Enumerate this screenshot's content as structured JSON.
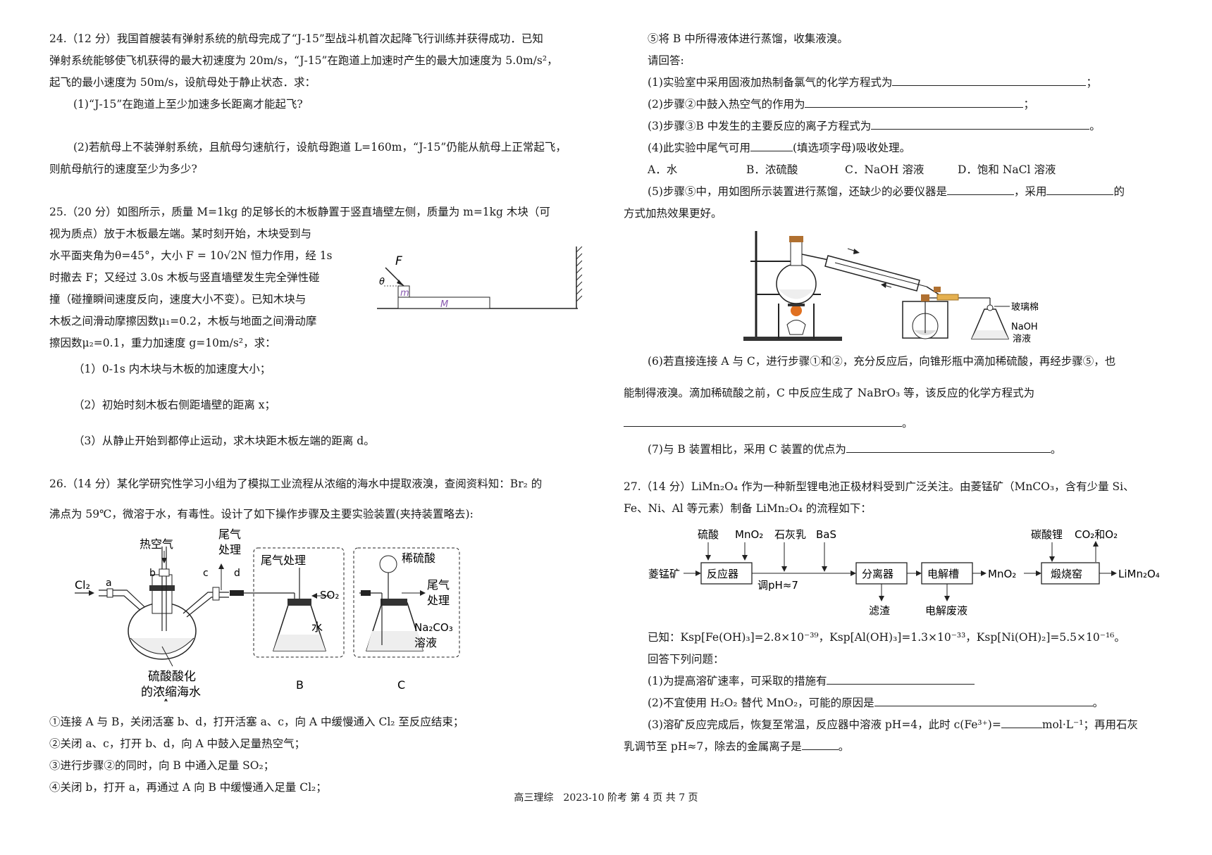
{
  "q24": {
    "line1": "24.（12 分）我国首艘装有弹射系统的航母完成了“J-15”型战斗机首次起降飞行训练并获得成功．已知",
    "line2": "弹射系统能够使飞机获得的最大初速度为 20m/s，“J-15”在跑道上加速时产生的最大加速度为 5.0m/s²，",
    "line3": "起飞的最小速度为 50m/s，设航母处于静止状态．求：",
    "q1": "(1)“J-15”在跑道上至少加速多长距离才能起飞?",
    "q2a": "(2)若航母上不装弹射系统，且航母匀速航行，设航母跑道 L=160m，“J-15”仍能从航母上正常起飞，",
    "q2b": "则航母航行的速度至少为多少?"
  },
  "q25": {
    "line1": "25.（20 分）如图所示，质量 M=1kg 的足够长的木板静置于竖直墙壁左侧，质量为 m=1kg 木块（可",
    "line2": "视为质点）放于木板最左端。某时刻开始，木块受到与",
    "line3": "水平面夹角为θ=45°，大小 F = 10√2N 恒力作用，经 1s",
    "line4": "时撤去 F；又经过 3.0s 木板与竖直墙壁发生完全弹性碰",
    "line5": "撞（碰撞瞬间速度反向，速度大小不变）。已知木块与",
    "line6": "木板之间滑动摩擦因数μ₁=0.2，木板与地面之间滑动摩",
    "line7": "擦因数μ₂=0.1，重力加速度 g=10m/s²，求：",
    "q1": "（1）0-1s 内木块与木板的加速度大小；",
    "q2": "（2）初始时刻木板右侧距墙壁的距离 x；",
    "q3": "（3）从静止开始到都停止运动，求木块距木板左端的距离 d。",
    "fig": {
      "F": "F",
      "theta": "θ",
      "m": "m",
      "M": "M"
    }
  },
  "q26": {
    "line1": "26.（14 分）某化学研究性学习小组为了模拟工业流程从浓缩的海水中提取液溴，查阅资料知：Br₂ 的",
    "line2": "沸点为 59℃，微溶于水，有毒性。设计了如下操作步骤及主要实验装置(夹持装置略去):",
    "steps": [
      "①连接 A 与 B，关闭活塞 b、d，打开活塞 a、c，向 A 中缓慢通入 Cl₂ 至反应结束；",
      "②关闭 a、c，打开 b、d，向 A 中鼓入足量热空气；",
      "③进行步骤②的同时，向 B 中通入足量 SO₂；",
      "④关闭 b，打开 a，再通过 A 向 B 中缓慢通入足量 Cl₂；"
    ],
    "fig": {
      "cl2": "Cl₂",
      "a": "a",
      "b": "b",
      "c": "c",
      "d": "d",
      "hot_air": "热空气",
      "tail1": "尾气",
      "tail2": "处理",
      "seawater1": "硫酸酸化",
      "seawater2": "的浓缩海水",
      "tailB": "尾气处理",
      "so2": "SO₂",
      "water": "水",
      "acid": "稀硫酸",
      "tailC1": "尾气",
      "tailC2": "处理",
      "na2co3": "Na₂CO₃",
      "solution": "溶液",
      "labelA": "A",
      "labelB": "B",
      "labelC": "C"
    }
  },
  "q26r": {
    "step5": "⑤将 B 中所得液体进行蒸馏，收集液溴。",
    "ask": "请回答:",
    "a1": "(1)实验室中采用固液加热制备氯气的化学方程式为",
    "a1end": "；",
    "a2": "(2)步骤②中鼓入热空气的作用为",
    "a2end": "；",
    "a3": "(3)步骤③B 中发生的主要反应的离子方程式为",
    "a3end": "。",
    "a4": "(4)此实验中尾气可用",
    "a4b": "(填选项字母)吸收处理。",
    "options": [
      "A．水",
      "B．浓硫酸",
      "C．NaOH 溶液",
      "D．饱和 NaCl 溶液"
    ],
    "a5": "(5)步骤⑤中，用如图所示装置进行蒸馏，还缺少的必要仪器是",
    "a5b": "，采用",
    "a5c": "的",
    "a5d": "方式加热效果更好。",
    "distill": {
      "glasswool": "玻璃棉",
      "naoh": "NaOH",
      "sol": "溶液"
    },
    "a6a": "(6)若直接连接 A 与 C，进行步骤①和②，充分反应后，向锥形瓶中滴加稀硫酸，再经步骤⑤，也",
    "a6b": "能制得液溴。滴加稀硫酸之前，C 中反应生成了 NaBrO₃ 等，该反应的化学方程式为",
    "a6end": "。",
    "a7": "(7)与 B 装置相比，采用 C 装置的优点为",
    "a7end": "。"
  },
  "q27": {
    "line1": "27.（14 分）LiMn₂O₄ 作为一种新型锂电池正极材料受到广泛关注。由菱锰矿（MnCO₃，含有少量 Si、",
    "line2": "Fe、Ni、Al 等元素）制备 LiMn₂O₄ 的流程如下：",
    "flow": {
      "h2so4": "硫酸",
      "mno2in": "MnO₂",
      "lime": "石灰乳",
      "bas": "BaS",
      "ore": "菱锰矿",
      "reactor": "反应器",
      "ph": "调pH≈7",
      "separator": "分离器",
      "residue": "滤渣",
      "cell": "电解槽",
      "waste": "电解废液",
      "mno2": "MnO₂",
      "li2co3": "碳酸锂",
      "co2o2": "CO₂和O₂",
      "kiln": "煅烧窑",
      "product": "LiMn₂O₄"
    },
    "known": "已知：Ksp[Fe(OH)₃]=2.8×10⁻³⁹，Ksp[Al(OH)₃]=1.3×10⁻³³，Ksp[Ni(OH)₂]=5.5×10⁻¹⁶。",
    "ask": "回答下列问题：",
    "a1": "(1)为提高溶矿速率，可采取的措施有",
    "a2": "(2)不宜使用 H₂O₂ 替代 MnO₂，可能的原因是",
    "a2end": "。",
    "a3a": "(3)溶矿反应完成后，恢复至常温，反应器中溶液 pH=4，此时 c(Fe³⁺)=",
    "a3b": "mol·L⁻¹；再用石灰",
    "a3c": "乳调节至 pH≈7，除去的金属离子是",
    "a3end": "。"
  },
  "footer": "高三理综　2023-10 阶考 第 4 页 共 7 页"
}
